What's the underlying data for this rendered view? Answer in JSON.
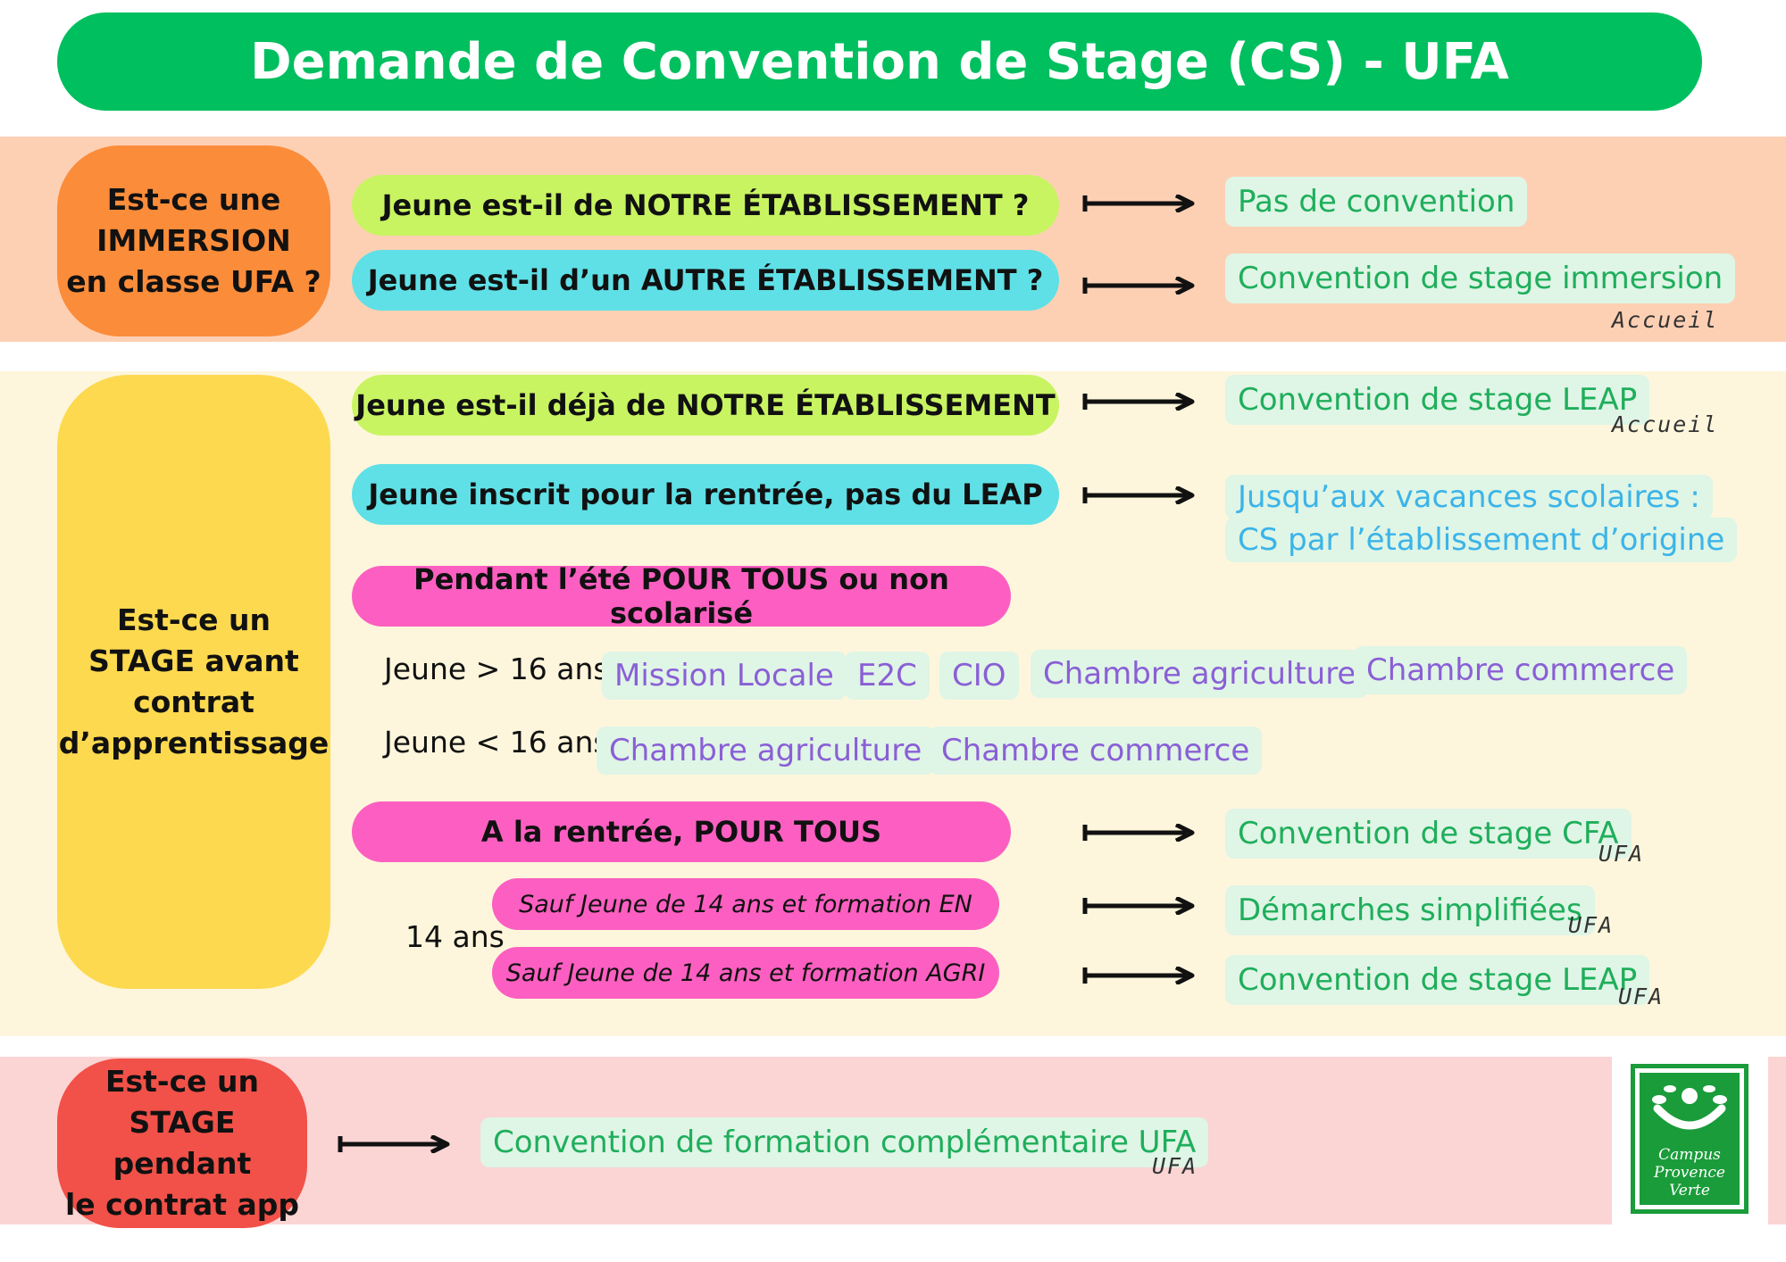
{
  "title": "Demande de Convention de Stage (CS) - UFA",
  "colors": {
    "title_bg": "#00bf5f",
    "band1_bg": "#fdd0b4",
    "band2_bg": "#fdf6dc",
    "band3_bg": "#fbd4d4",
    "orange": "#fb8c3a",
    "yellow": "#fdd94f",
    "red": "#f15148",
    "lime": "#c8f462",
    "cyan": "#5fe0e6",
    "pink": "#fc5fc1",
    "result_bg": "#dff5e6",
    "result_green": "#1fae5b",
    "result_blue": "#3bb4e8",
    "result_purple": "#8a5fd6"
  },
  "section1": {
    "question": [
      "Est-ce une",
      "IMMERSION",
      "en classe UFA ?"
    ],
    "rows": [
      {
        "label": "Jeune est-il de NOTRE ÉTABLISSEMENT ?",
        "result": "Pas de convention",
        "tag": ""
      },
      {
        "label": "Jeune est-il d’un AUTRE ÉTABLISSEMENT ?",
        "result": "Convention de stage immersion",
        "tag": "Accueil"
      }
    ]
  },
  "section2": {
    "question": [
      "Est-ce un",
      "STAGE avant",
      "contrat",
      "d’apprentissage"
    ],
    "row_notre": {
      "label": "Jeune est-il déjà de NOTRE ÉTABLISSEMENT",
      "result": "Convention de stage LEAP",
      "tag": "Accueil"
    },
    "row_inscrit": {
      "label": "Jeune inscrit pour la rentrée, pas du LEAP",
      "result_lines": [
        "Jusqu’aux vacances scolaires :",
        "CS par l’établissement d’origine"
      ]
    },
    "row_ete": {
      "label": "Pendant l’été POUR TOUS ou non scolarisé"
    },
    "age_over": {
      "label": "Jeune > 16 ans",
      "options": [
        "Mission Locale",
        "E2C",
        "CIO",
        "Chambre agriculture",
        "Chambre commerce"
      ]
    },
    "age_under": {
      "label": "Jeune < 16 ans",
      "options": [
        "Chambre agriculture",
        "Chambre commerce"
      ]
    },
    "row_rentree": {
      "label": "A la rentrée, POUR TOUS",
      "result": "Convention de stage CFA",
      "tag": "UFA"
    },
    "age14": "14 ans",
    "sauf_en": {
      "label": "Sauf Jeune de 14 ans et formation EN",
      "result": "Démarches simplifiées",
      "tag": "UFA"
    },
    "sauf_agri": {
      "label": "Sauf Jeune de 14 ans et formation AGRI",
      "result": "Convention de stage LEAP",
      "tag": "UFA"
    }
  },
  "section3": {
    "question": [
      "Est-ce un",
      "STAGE pendant",
      "le contrat app"
    ],
    "result": "Convention de formation complémentaire UFA",
    "tag": "UFA"
  },
  "logo": {
    "text": [
      "Campus",
      "Provence",
      "Verte"
    ]
  }
}
